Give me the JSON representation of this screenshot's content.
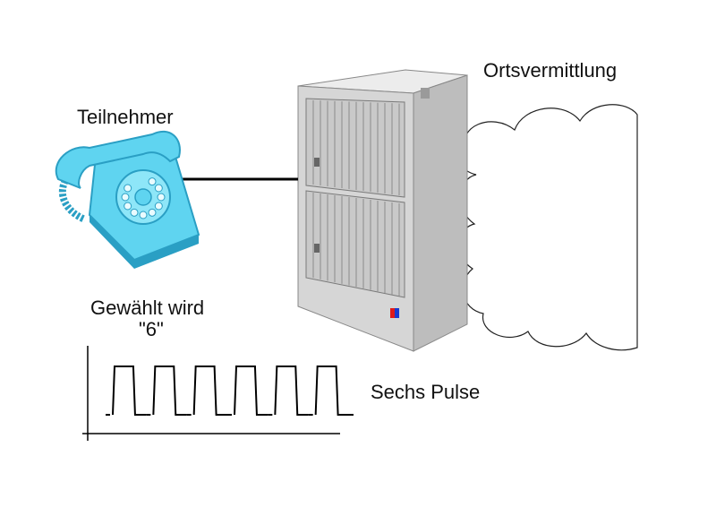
{
  "labels": {
    "subscriber": "Teilnehmer",
    "exchange": "Ortsvermittlung",
    "dialed": "Gewählt wird",
    "digit": "\"6\"",
    "pulses": "Sechs Pulse"
  },
  "pulse_train": {
    "count": 6
  },
  "colors": {
    "phone": "#5fd4f0",
    "phone_dark": "#2a9fc4",
    "cabinet": "#d4d4d4",
    "cabinet_dark": "#a8a8a8",
    "cloud_stroke": "#222222",
    "line": "#000000",
    "indicator_red": "#e01a1a",
    "indicator_blue": "#1a3ad0"
  },
  "icons": [
    "rotary-phone-icon",
    "exchange-cabinet-icon",
    "network-cloud-icon"
  ]
}
